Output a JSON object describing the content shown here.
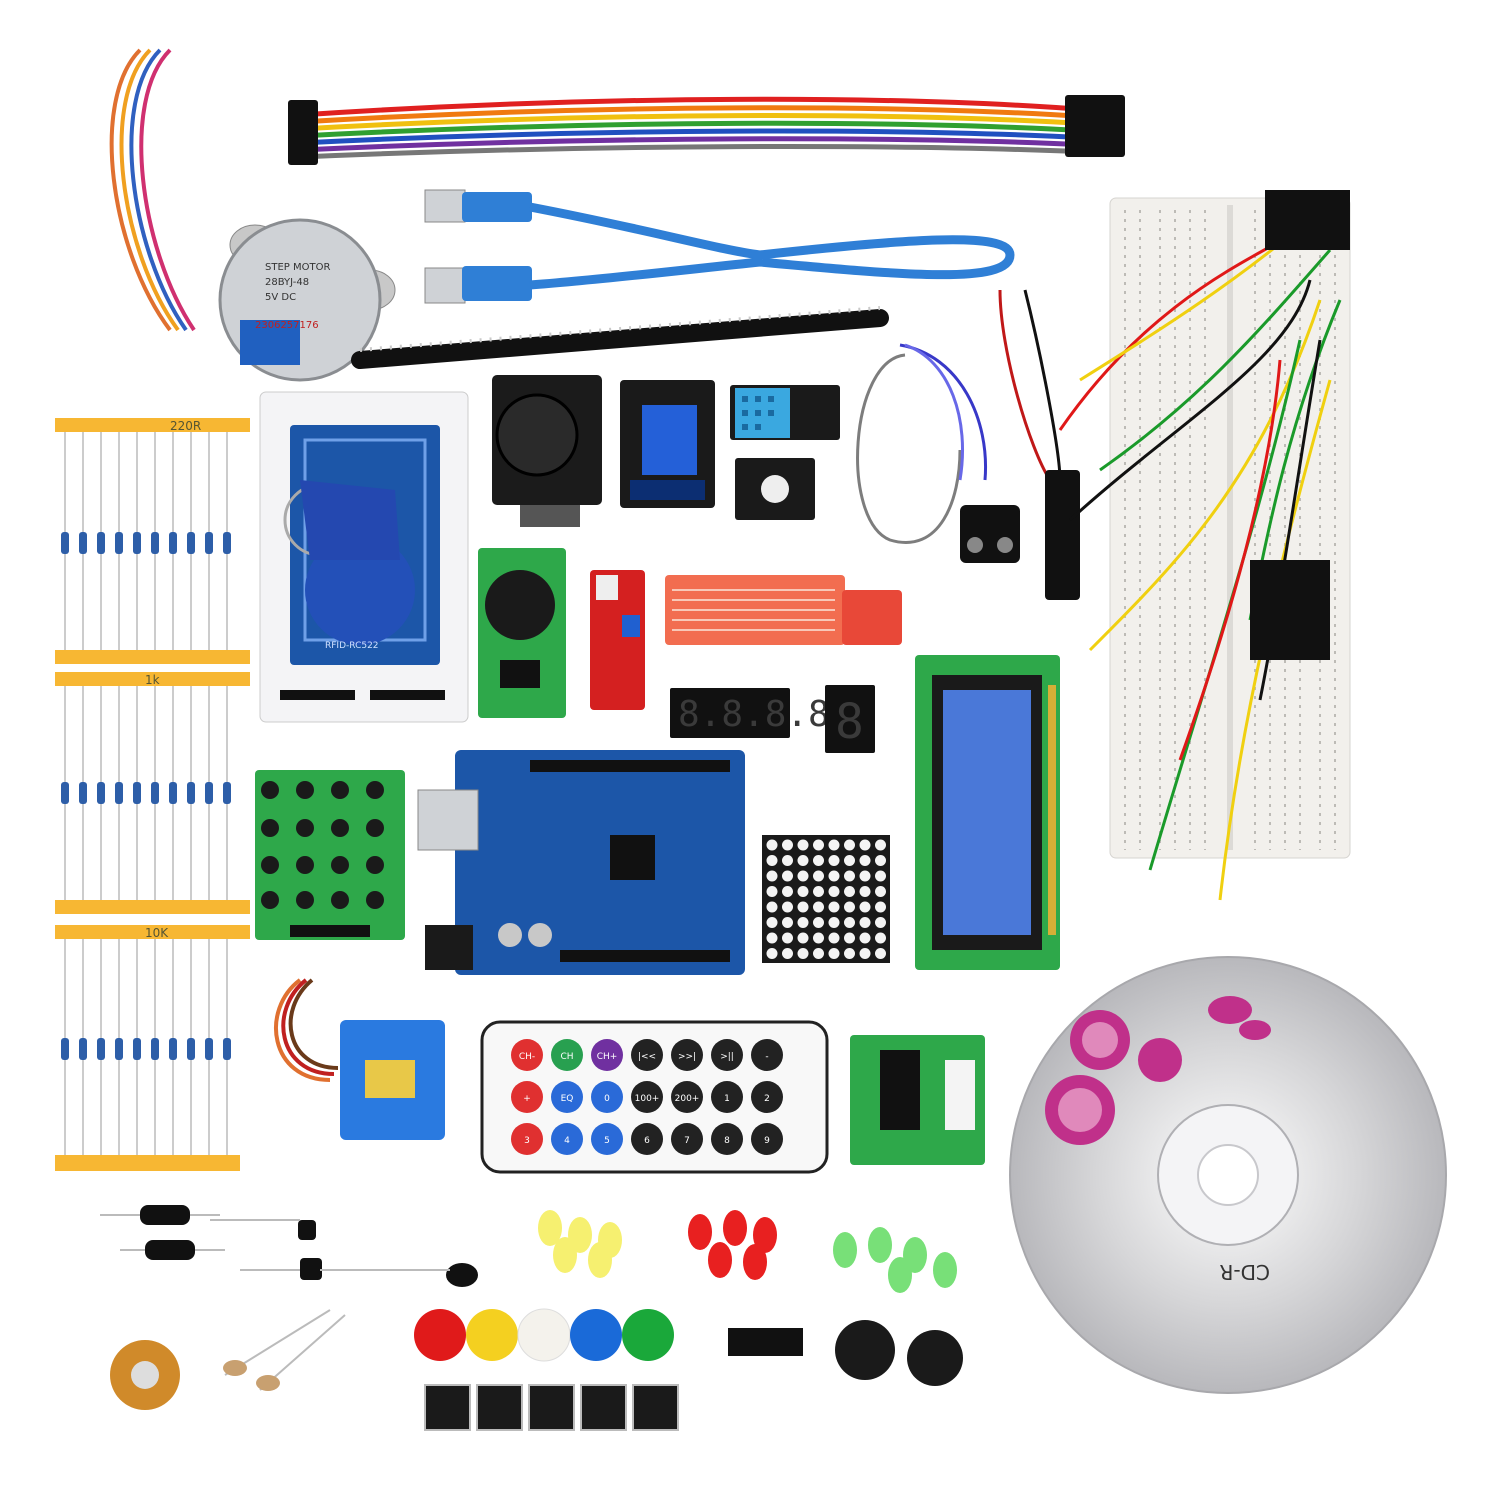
{
  "resistor_labels": {
    "r220": "220R",
    "r1k": "1k",
    "r10k": "10K"
  },
  "stepper_motor": {
    "line1": "STEP MOTOR",
    "line2": "28BYJ-48",
    "line3": "5V DC",
    "line4": "2306257176"
  },
  "rfid": {
    "label": "RFID-RC522"
  },
  "display": {
    "four_digit": "8.8.8.8",
    "one_digit": "8"
  },
  "cd": {
    "label": "CD-R"
  },
  "remote": {
    "keys": [
      "CH-",
      "CH",
      "CH+",
      "|<<",
      ">>|",
      ">||",
      "-",
      "+",
      "EQ",
      "0",
      "100+",
      "200+",
      "1",
      "2",
      "3",
      "4",
      "5",
      "6",
      "7",
      "8",
      "9"
    ]
  },
  "colors": {
    "pcb_blue": "#1c56a8",
    "resistor_tape": "#f7b733",
    "breadboard": "#f2f0ec",
    "usb_cable": "#2f7fd6"
  }
}
